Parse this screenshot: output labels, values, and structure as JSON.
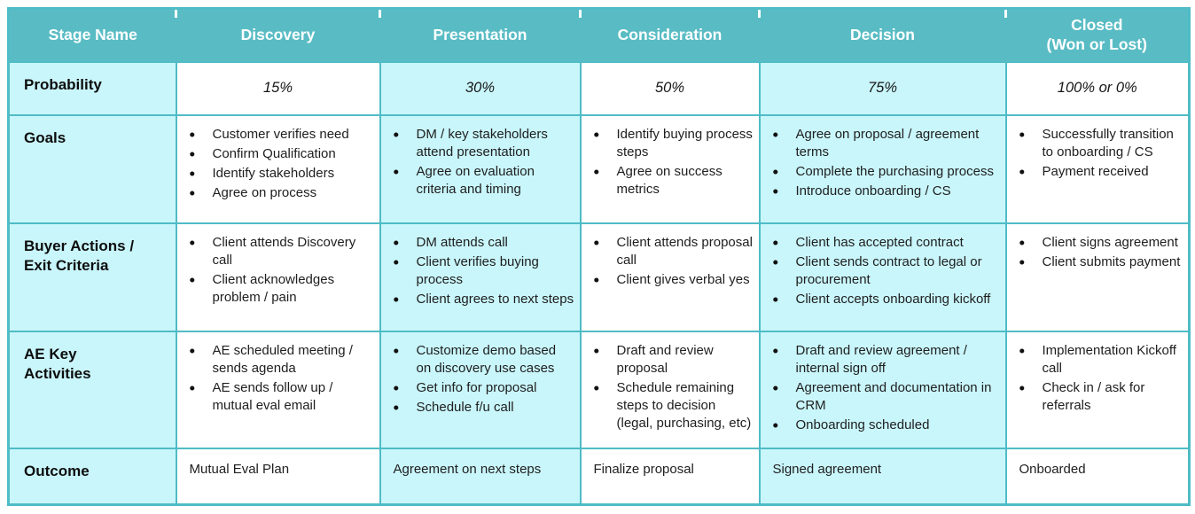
{
  "colors": {
    "header_bg": "#59bcc4",
    "cell_highlight": "#c9f6fb",
    "border": "#4fbcc6"
  },
  "table": {
    "columns": [
      {
        "header": "Stage Name"
      },
      {
        "header": "Discovery"
      },
      {
        "header": "Presentation"
      },
      {
        "header": "Consideration"
      },
      {
        "header": "Decision"
      },
      {
        "header": "Closed\n(Won or Lost)"
      }
    ],
    "rows": [
      {
        "label": "Probability",
        "values": [
          "15%",
          "30%",
          "50%",
          "75%",
          "100% or 0%"
        ]
      },
      {
        "label": "Goals",
        "values": [
          [
            "Customer verifies need",
            "Confirm Qualification",
            "Identify stakeholders",
            "Agree on process"
          ],
          [
            "DM / key stakeholders attend presentation",
            "Agree on evaluation criteria and timing"
          ],
          [
            "Identify buying process steps",
            "Agree on success metrics"
          ],
          [
            "Agree on proposal / agreement terms",
            "Complete the purchasing process",
            "Introduce onboarding / CS"
          ],
          [
            "Successfully transition to onboarding / CS",
            "Payment received"
          ]
        ]
      },
      {
        "label": "Buyer Actions /\nExit Criteria",
        "values": [
          [
            "Client attends Discovery call",
            "Client acknowledges problem / pain"
          ],
          [
            "DM attends call",
            "Client verifies buying process",
            "Client agrees to next steps"
          ],
          [
            "Client attends proposal call",
            "Client gives verbal yes"
          ],
          [
            "Client has accepted contract",
            "Client sends contract to legal or procurement",
            "Client accepts onboarding kickoff"
          ],
          [
            "Client signs agreement",
            "Client submits payment"
          ]
        ]
      },
      {
        "label": "AE Key\nActivities",
        "values": [
          [
            "AE scheduled meeting / sends agenda",
            "AE sends follow up / mutual eval email"
          ],
          [
            "Customize demo based on discovery use cases",
            "Get info for proposal",
            "Schedule f/u call"
          ],
          [
            "Draft and review proposal",
            "Schedule remaining steps to decision (legal, purchasing, etc)"
          ],
          [
            "Draft and review agreement / internal sign off",
            "Agreement and documentation in CRM",
            "Onboarding scheduled"
          ],
          [
            "Implementation Kickoff call",
            "Check in / ask for referrals"
          ]
        ]
      },
      {
        "label": "Outcome",
        "values": [
          "Mutual Eval Plan",
          "Agreement on next steps",
          "Finalize proposal",
          "Signed agreement",
          "Onboarded"
        ]
      }
    ]
  }
}
